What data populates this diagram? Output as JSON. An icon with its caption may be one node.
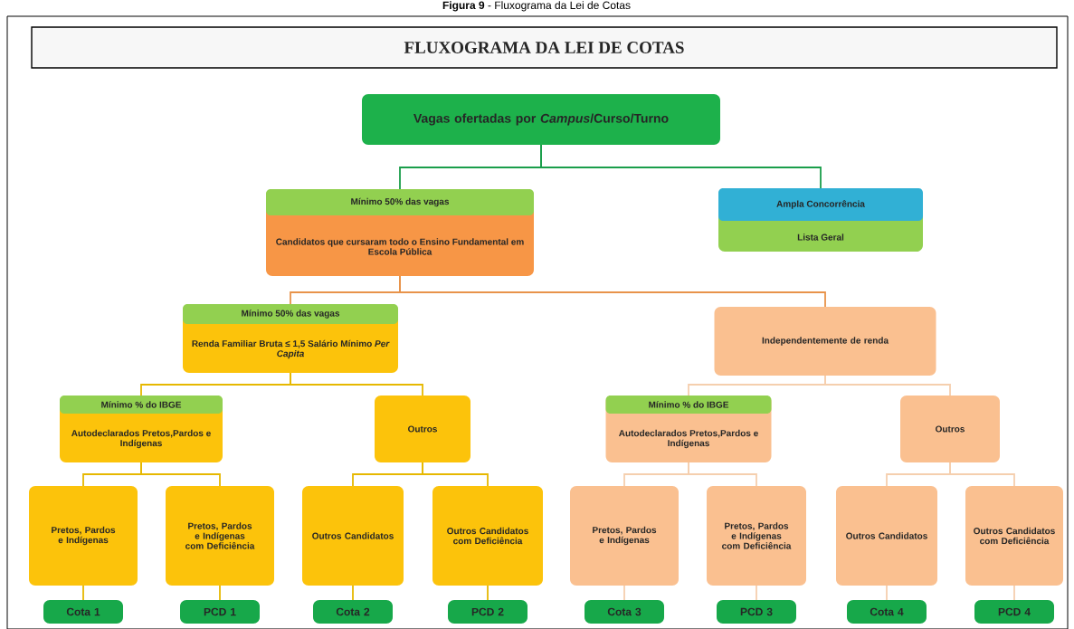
{
  "diagram": {
    "title": "FLUXOGRAMA DA LEI DE COTAS",
    "caption": "**Figura 9** - Fluxograma da Lei de Cotas",
    "nodes": [
      {
        "text": [
          "Vagas ofertadas por *Campus*/Curso/Turno"
        ]
      },
      {
        "text": [
          "Mínimo 50% das  vagas",
          "Candidatos que cursaram todo o Ensino Fundamental em  Escola Pública"
        ]
      },
      {
        "text": [
          "Ampla Concorrência",
          "Lista Geral"
        ]
      },
      {
        "text": [
          "Mínimo 50% das  vagas",
          "Renda Familiar Bruta  ≤ 1,5 Salário Mínimo *Per Capita*"
        ]
      },
      {
        "text": [
          "Independentemente de renda"
        ]
      },
      {
        "text": [
          "Mínimo % do IBGE",
          "Autodeclarados Pretos,Pardos e Indígenas"
        ]
      },
      {
        "text": [
          "Outros"
        ]
      },
      {
        "text": [
          "Mínimo % do IBGE",
          "Autodeclarados Pretos,Pardos e Indígenas"
        ]
      },
      {
        "text": [
          "Outros"
        ]
      },
      {
        "text": [
          "Pretos, Pardos e Indígenas"
        ]
      },
      {
        "text": [
          "Pretos, Pardos e Indígenas com Deficiência"
        ]
      },
      {
        "text": [
          "Outros Candidatos"
        ]
      },
      {
        "text": [
          "Outros Candidatos com Deficiência"
        ]
      },
      {
        "text": [
          "Pretos, Pardos e Indígenas"
        ]
      },
      {
        "text": [
          "Pretos, Pardos e Indígenas com Deficiência"
        ]
      },
      {
        "text": [
          "Outros Candidatos"
        ]
      },
      {
        "text": [
          "Outros Candidatos com Deficiência"
        ]
      },
      {
        "text": [
          "Cota  1"
        ]
      },
      {
        "text": [
          "PCD 1"
        ]
      },
      {
        "text": [
          "Cota 2"
        ]
      },
      {
        "text": [
          "PCD 2"
        ]
      },
      {
        "text": [
          "Cota 3"
        ]
      },
      {
        "text": [
          "PCD 3"
        ]
      },
      {
        "text": [
          "Cota 4"
        ]
      },
      {
        "text": [
          "PCD 4"
        ]
      }
    ],
    "edges": [
      {
        "from": 0,
        "to": 1,
        "arrow": "none",
        "color": "#1a9e4a"
      },
      {
        "from": 0,
        "to": 2,
        "arrow": "none",
        "color": "#1a9e4a"
      },
      {
        "from": 1,
        "to": 3,
        "arrow": "none",
        "color": "#e8934a"
      },
      {
        "from": 1,
        "to": 4,
        "arrow": "none",
        "color": "#e8934a"
      },
      {
        "from": 3,
        "to": 5,
        "arrow": "none"
      },
      {
        "from": 3,
        "to": 6,
        "arrow": "none"
      },
      {
        "from": 4,
        "to": 7,
        "arrow": "none",
        "color": "#f5cfae"
      },
      {
        "from": 4,
        "to": 8,
        "arrow": "none",
        "color": "#f5cfae"
      },
      {
        "from": 5,
        "to": 9,
        "arrow": "none"
      },
      {
        "from": 5,
        "to": 10,
        "arrow": "none"
      },
      {
        "from": 6,
        "to": 11,
        "arrow": "none"
      },
      {
        "from": 6,
        "to": 12,
        "arrow": "none"
      },
      {
        "from": 7,
        "to": 13,
        "arrow": "none",
        "color": "#f5cfae"
      },
      {
        "from": 7,
        "to": 14,
        "arrow": "none",
        "color": "#f5cfae"
      },
      {
        "from": 8,
        "to": 15,
        "arrow": "none",
        "color": "#f5cfae"
      },
      {
        "from": 8,
        "to": 16,
        "arrow": "none",
        "color": "#f5cfae"
      },
      {
        "from": 9,
        "to": 17,
        "arrow": "none"
      },
      {
        "from": 10,
        "to": 18,
        "arrow": "none"
      },
      {
        "from": 11,
        "to": 19,
        "arrow": "none"
      },
      {
        "from": 12,
        "to": 20,
        "arrow": "none"
      },
      {
        "from": 13,
        "to": 21,
        "arrow": "none",
        "color": "#f5cfae"
      },
      {
        "from": 14,
        "to": 22,
        "arrow": "none",
        "color": "#f5cfae"
      },
      {
        "from": 15,
        "to": 23,
        "arrow": "none",
        "color": "#f5cfae"
      },
      {
        "from": 16,
        "to": 24,
        "arrow": "none",
        "color": "#f5cfae"
      }
    ]
  }
}
